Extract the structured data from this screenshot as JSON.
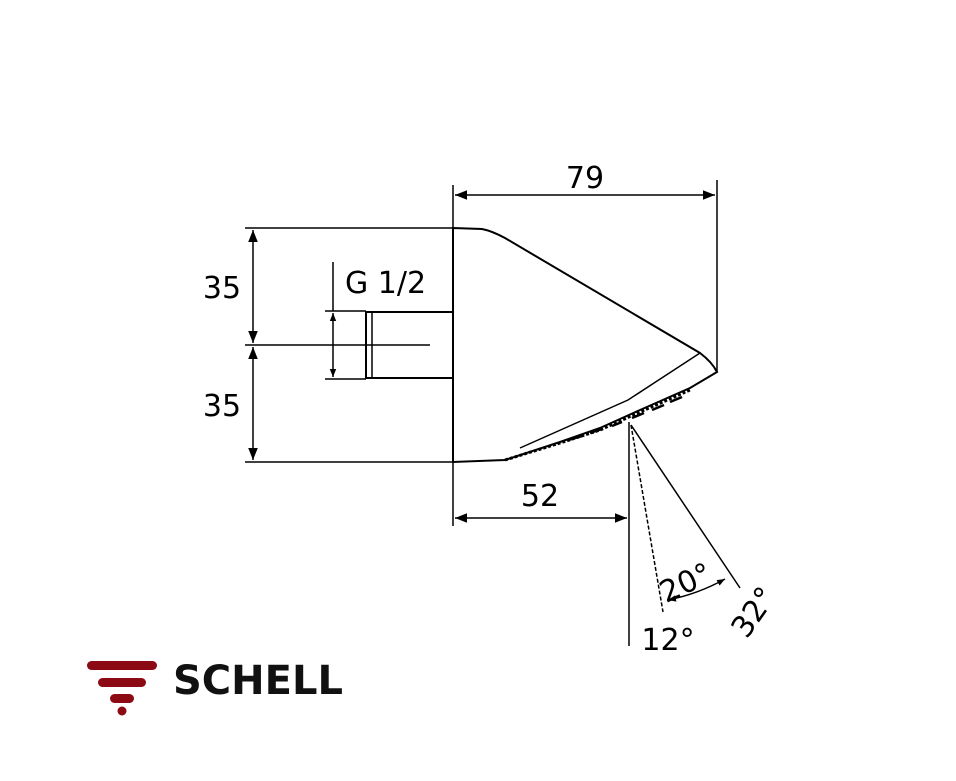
{
  "drawing": {
    "dimensions": {
      "overall_length": "79",
      "upper_height": "35",
      "lower_height": "35",
      "thread": "G 1/2",
      "nozzle_offset": "52",
      "spray_angle_inner": "12°",
      "spray_angle_span": "20°",
      "spray_angle_outer": "32°"
    }
  },
  "logo": {
    "brand": "SCHELL",
    "color": "#8b0a14"
  }
}
